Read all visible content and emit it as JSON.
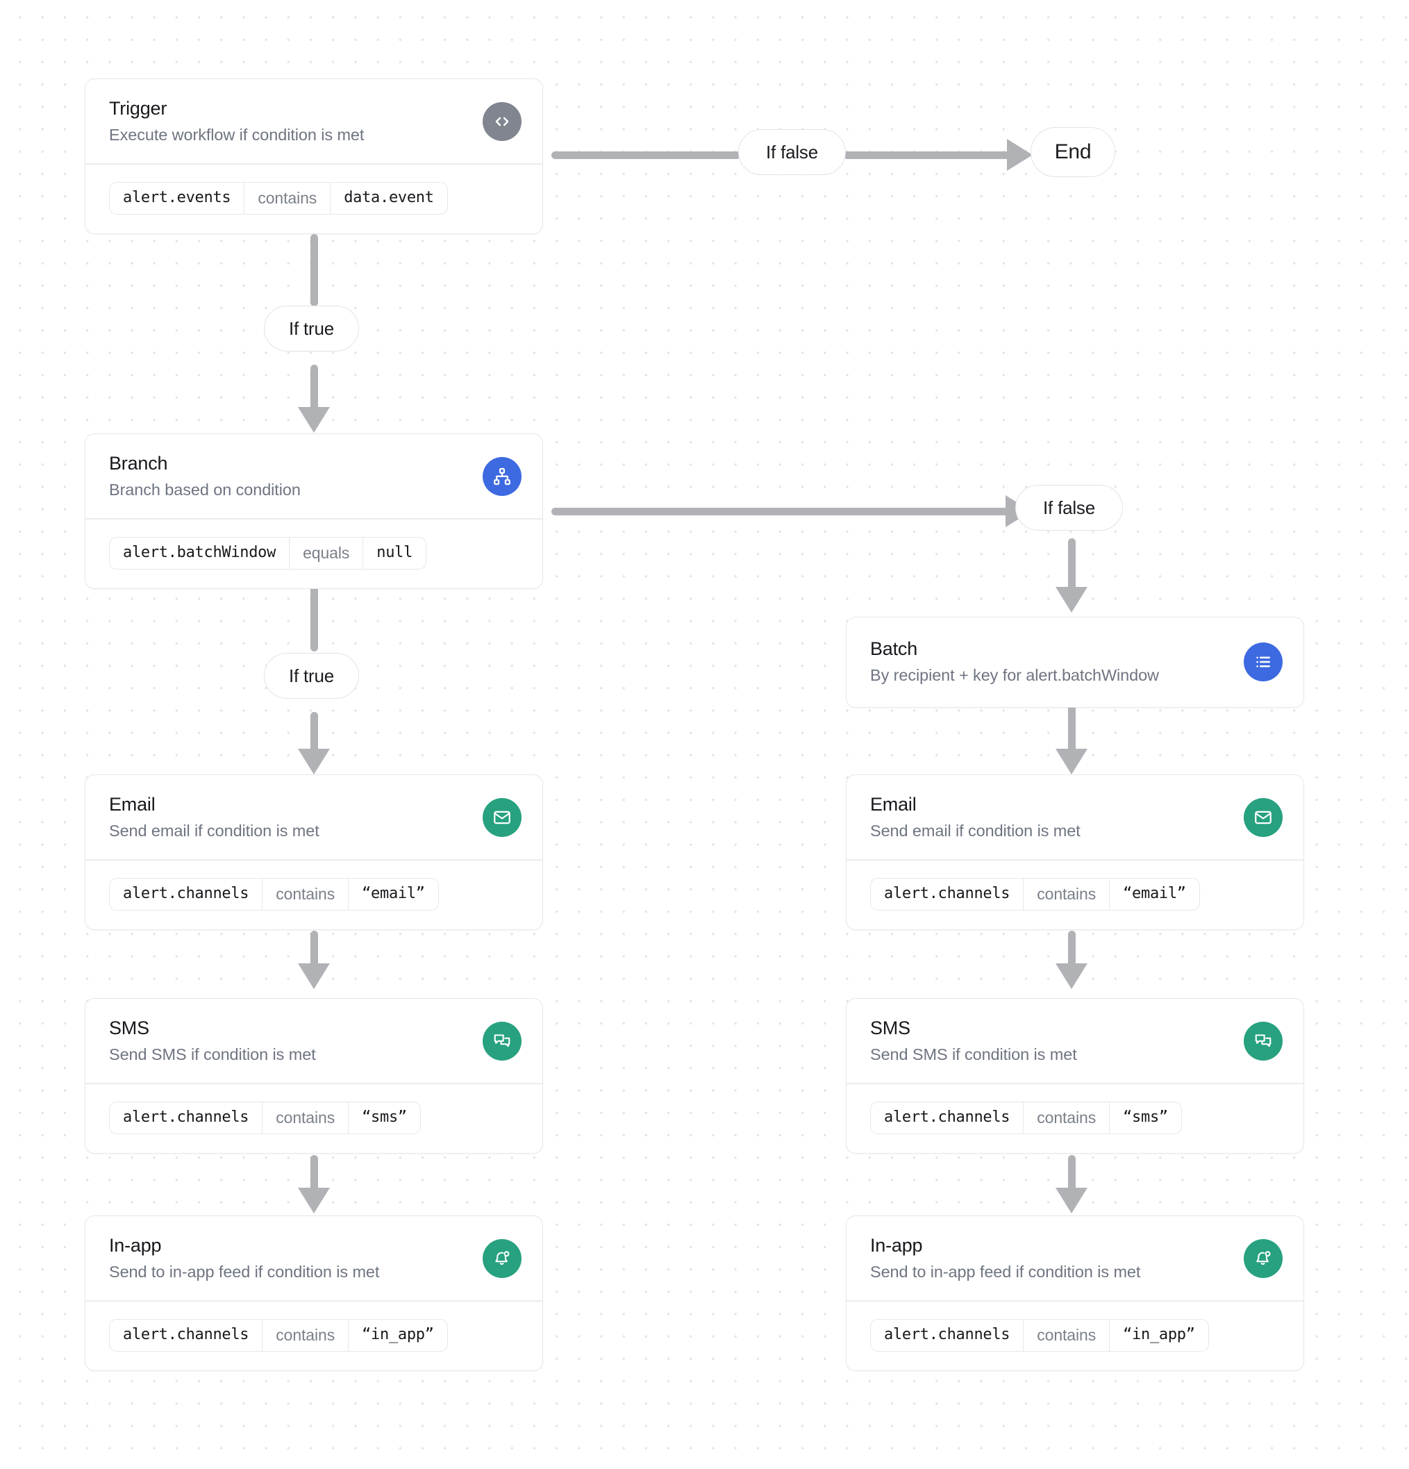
{
  "canvas": {
    "background": "#ffffff",
    "dot_color": "#e2e3e6"
  },
  "colors": {
    "trigger_icon_bg": "#80858f",
    "branch_icon_bg": "#3d6ae0",
    "batch_icon_bg": "#3d6ae0",
    "channel_icon_bg": "#27a17f",
    "connector": "#b0b2b6",
    "card_border": "#e6e7ea",
    "title_text": "#17181c",
    "subtitle_text": "#6e7481",
    "operator_text": "#7a8089"
  },
  "nodes": {
    "trigger": {
      "title": "Trigger",
      "subtitle": "Execute workflow if condition is met",
      "icon": "code-icon",
      "condition": {
        "field": "alert.events",
        "operator": "contains",
        "value": "data.event"
      }
    },
    "branch": {
      "title": "Branch",
      "subtitle": "Branch based on condition",
      "icon": "hierarchy-icon",
      "condition": {
        "field": "alert.batchWindow",
        "operator": "equals",
        "value": "null"
      }
    },
    "batch": {
      "title": "Batch",
      "subtitle": "By recipient + key for alert.batchWindow",
      "icon": "list-icon"
    },
    "email_left": {
      "title": "Email",
      "subtitle": "Send email if condition is met",
      "icon": "envelope-icon",
      "condition": {
        "field": "alert.channels",
        "operator": "contains",
        "value": "“email”"
      }
    },
    "sms_left": {
      "title": "SMS",
      "subtitle": "Send SMS if condition is met",
      "icon": "chat-bubbles-icon",
      "condition": {
        "field": "alert.channels",
        "operator": "contains",
        "value": "“sms”"
      }
    },
    "inapp_left": {
      "title": "In-app",
      "subtitle": "Send to in-app feed if condition is met",
      "icon": "bell-dot-icon",
      "condition": {
        "field": "alert.channels",
        "operator": "contains",
        "value": "“in_app”"
      }
    },
    "email_right": {
      "title": "Email",
      "subtitle": "Send email if condition is met",
      "icon": "envelope-icon",
      "condition": {
        "field": "alert.channels",
        "operator": "contains",
        "value": "“email”"
      }
    },
    "sms_right": {
      "title": "SMS",
      "subtitle": "Send SMS if condition is met",
      "icon": "chat-bubbles-icon",
      "condition": {
        "field": "alert.channels",
        "operator": "contains",
        "value": "“sms”"
      }
    },
    "inapp_right": {
      "title": "In-app",
      "subtitle": "Send to in-app feed if condition is met",
      "icon": "bell-dot-icon",
      "condition": {
        "field": "alert.channels",
        "operator": "contains",
        "value": "“in_app”"
      }
    }
  },
  "edges": {
    "trigger_false": "If false",
    "trigger_true": "If true",
    "branch_false": "If false",
    "branch_true": "If true",
    "end": "End"
  }
}
